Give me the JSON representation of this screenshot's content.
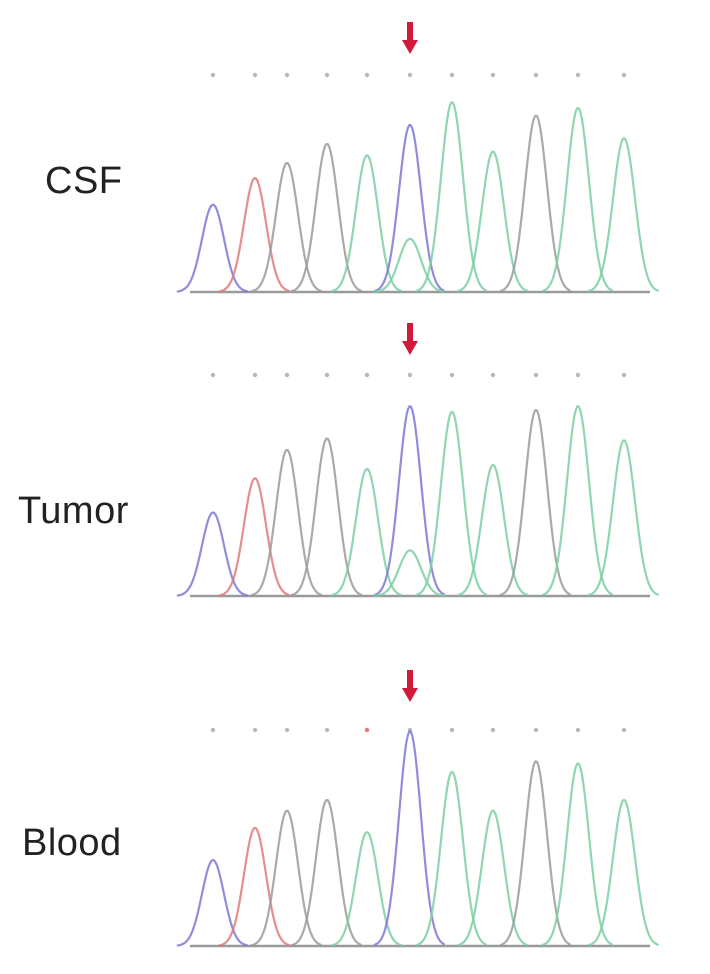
{
  "labels": {
    "csf": "CSF",
    "tumor": "Tumor",
    "blood": "Blood"
  },
  "colors": {
    "A": "#7d7ad6",
    "C": "#e07a7a",
    "G": "#9b9b9b",
    "T": "#7ccfa2",
    "arrow": "#d3193a",
    "dots": "#b8b8b8"
  },
  "panels": [
    {
      "name": "csf",
      "peaks": [
        {
          "base": "A",
          "h": 0.46
        },
        {
          "base": "C",
          "h": 0.6
        },
        {
          "base": "G",
          "h": 0.68
        },
        {
          "base": "G",
          "h": 0.78
        },
        {
          "base": "T",
          "h": 0.72
        },
        {
          "base": "A",
          "h": 0.88,
          "minor": {
            "base": "T",
            "h": 0.28
          }
        },
        {
          "base": "T",
          "h": 1.0
        },
        {
          "base": "T",
          "h": 0.74
        },
        {
          "base": "G",
          "h": 0.93
        },
        {
          "base": "T",
          "h": 0.97
        },
        {
          "base": "T",
          "h": 0.81
        }
      ]
    },
    {
      "name": "tumor",
      "peaks": [
        {
          "base": "A",
          "h": 0.44
        },
        {
          "base": "C",
          "h": 0.62
        },
        {
          "base": "G",
          "h": 0.77
        },
        {
          "base": "G",
          "h": 0.83
        },
        {
          "base": "T",
          "h": 0.67
        },
        {
          "base": "A",
          "h": 1.0,
          "minor": {
            "base": "T",
            "h": 0.24
          }
        },
        {
          "base": "T",
          "h": 0.97
        },
        {
          "base": "T",
          "h": 0.69
        },
        {
          "base": "G",
          "h": 0.98
        },
        {
          "base": "T",
          "h": 1.0
        },
        {
          "base": "T",
          "h": 0.82
        }
      ]
    },
    {
      "name": "blood",
      "peaks": [
        {
          "base": "A",
          "h": 0.4
        },
        {
          "base": "C",
          "h": 0.55
        },
        {
          "base": "G",
          "h": 0.63
        },
        {
          "base": "G",
          "h": 0.68
        },
        {
          "base": "T",
          "h": 0.53
        },
        {
          "base": "A",
          "h": 1.0
        },
        {
          "base": "T",
          "h": 0.81
        },
        {
          "base": "T",
          "h": 0.63
        },
        {
          "base": "G",
          "h": 0.86
        },
        {
          "base": "T",
          "h": 0.85
        },
        {
          "base": "T",
          "h": 0.68
        }
      ]
    }
  ]
}
